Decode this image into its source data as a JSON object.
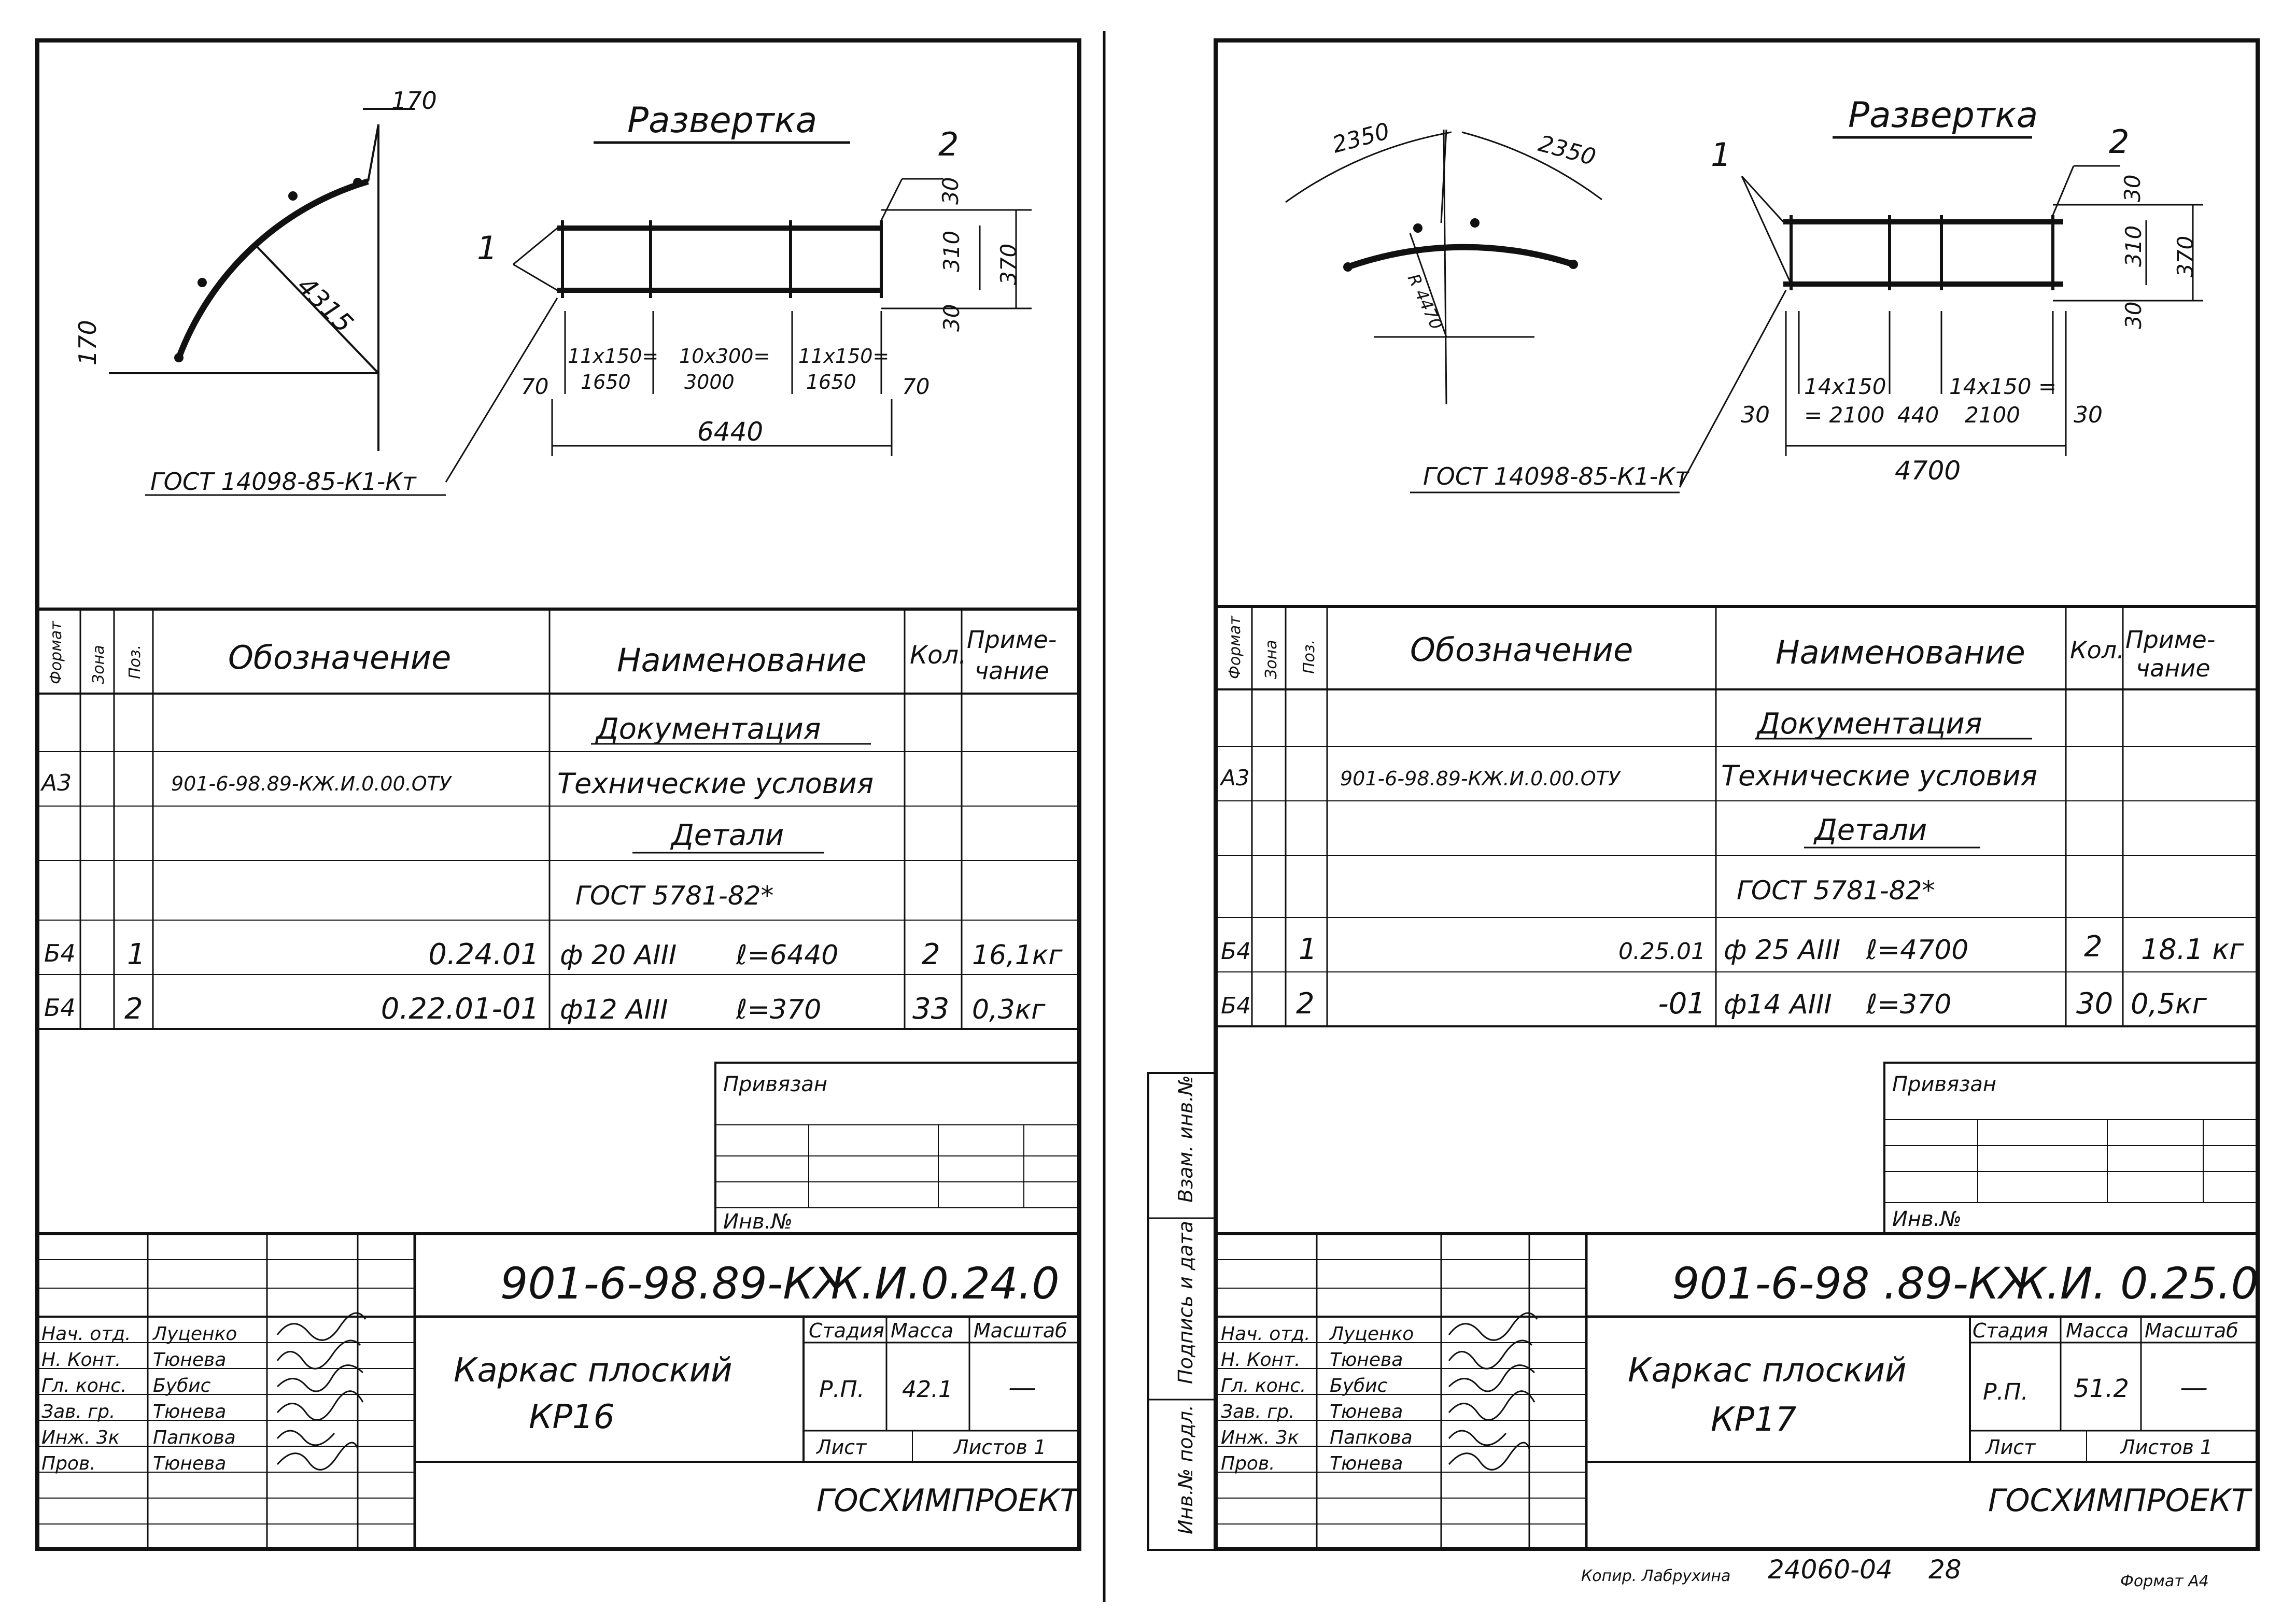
{
  "sheets": [
    {
      "id": "kp16",
      "drawing": {
        "title": "Развертка",
        "callouts": [
          "1",
          "2"
        ],
        "arc_dims": [
          "170",
          "170",
          "4315"
        ],
        "vert_dims": [
          "30",
          "310",
          "370",
          "30"
        ],
        "spacing": [
          {
            "top": "11x150=",
            "bottom": "1650"
          },
          {
            "top": "10x300=",
            "bottom": "3000"
          },
          {
            "top": "11x150=",
            "bottom": "1650"
          }
        ],
        "end_dims": [
          "70",
          "70"
        ],
        "total_length": "6440",
        "gost_weld": "ГОСТ 14098-85-К1-Кт"
      },
      "spec": {
        "headers": {
          "format": "Формат",
          "zone": "Зона",
          "pos": "Поз.",
          "designation": "Обозначение",
          "name": "Наименование",
          "qty": "Кол.",
          "note": "Приме-\nчание"
        },
        "rows": [
          {
            "format": "",
            "zone": "",
            "pos": "",
            "designation": "",
            "name": "Документация",
            "qty": "",
            "note": ""
          },
          {
            "format": "А3",
            "zone": "",
            "pos": "",
            "designation": "901-6-98.89-КЖ.И.0.00.ОТУ",
            "name": "Технические условия",
            "qty": "",
            "note": ""
          },
          {
            "format": "",
            "zone": "",
            "pos": "",
            "designation": "",
            "name": "Детали",
            "qty": "",
            "note": ""
          },
          {
            "format": "",
            "zone": "",
            "pos": "",
            "designation": "",
            "name": "ГОСТ 5781-82*",
            "qty": "",
            "note": ""
          },
          {
            "format": "Б4",
            "zone": "",
            "pos": "1",
            "designation": "0.24.01",
            "name": "ф 20 АIII",
            "name2": "ℓ=6440",
            "qty": "2",
            "note": "16,1кг"
          },
          {
            "format": "Б4",
            "zone": "",
            "pos": "2",
            "designation": "0.22.01-01",
            "name": "ф12 АIII",
            "name2": "ℓ=370",
            "qty": "33",
            "note": "0,3кг"
          }
        ]
      },
      "binding": {
        "label": "Привязан",
        "inv": "Инв.№"
      },
      "title_block": {
        "code": "901-6-98.89-КЖ.И.0.24.0",
        "name_line1": "Каркас плоский",
        "name_line2": "КР16",
        "stage_h": "Стадия",
        "mass_h": "Масса",
        "scale_h": "Масштаб",
        "stage": "Р.П.",
        "mass": "42.1",
        "scale": "—",
        "sheet": "Лист",
        "sheets": "Листов 1",
        "org": "ГОСХИМПРОЕКТ",
        "staff": [
          {
            "role": "Нач. отд.",
            "name": "Луценко"
          },
          {
            "role": "Н. Конт.",
            "name": "Тюнева"
          },
          {
            "role": "Гл. конс.",
            "name": "Бубис"
          },
          {
            "role": "Зав. гр.",
            "name": "Тюнева"
          },
          {
            "role": "Инж. 3к",
            "name": "Папкова"
          },
          {
            "role": "Пров.",
            "name": "Тюнева"
          }
        ]
      }
    },
    {
      "id": "kp17",
      "drawing": {
        "title": "Развертка",
        "callouts": [
          "1",
          "2"
        ],
        "arc_dims": [
          "2350",
          "2350",
          "R 4470"
        ],
        "vert_dims": [
          "30",
          "310",
          "370",
          "30"
        ],
        "spacing": [
          {
            "top": "14x150",
            "bottom": "= 2100"
          },
          {
            "top": "",
            "bottom": "440"
          },
          {
            "top": "14x150 =",
            "bottom": "2100"
          }
        ],
        "end_dims": [
          "30",
          "30"
        ],
        "total_length": "4700",
        "gost_weld": "ГОСТ 14098-85-К1-Кт"
      },
      "spec": {
        "headers": {
          "format": "Формат",
          "zone": "Зона",
          "pos": "Поз.",
          "designation": "Обозначение",
          "name": "Наименование",
          "qty": "Кол.",
          "note": "Приме-\nчание"
        },
        "rows": [
          {
            "format": "",
            "zone": "",
            "pos": "",
            "designation": "",
            "name": "Документация",
            "qty": "",
            "note": ""
          },
          {
            "format": "А3",
            "zone": "",
            "pos": "",
            "designation": "901-6-98.89-КЖ.И.0.00.ОТУ",
            "name": "Технические условия",
            "qty": "",
            "note": ""
          },
          {
            "format": "",
            "zone": "",
            "pos": "",
            "designation": "",
            "name": "Детали",
            "qty": "",
            "note": ""
          },
          {
            "format": "",
            "zone": "",
            "pos": "",
            "designation": "",
            "name": "ГОСТ 5781-82*",
            "qty": "",
            "note": ""
          },
          {
            "format": "Б4",
            "zone": "",
            "pos": "1",
            "designation": "0.25.01",
            "name": "ф 25 АIII",
            "name2": "ℓ=4700",
            "qty": "2",
            "note": "18.1 кг"
          },
          {
            "format": "Б4",
            "zone": "",
            "pos": "2",
            "designation": "-01",
            "name": "ф14 АIII",
            "name2": "ℓ=370",
            "qty": "30",
            "note": "0,5кг"
          }
        ]
      },
      "binding": {
        "label": "Привязан",
        "inv": "Инв.№"
      },
      "title_block": {
        "code": "901-6-98 .89-КЖ.И. 0.25.0",
        "name_line1": "Каркас плоский",
        "name_line2": "КР17",
        "stage_h": "Стадия",
        "mass_h": "Масса",
        "scale_h": "Масштаб",
        "stage": "Р.П.",
        "mass": "51.2",
        "scale": "—",
        "sheet": "Лист",
        "sheets": "Листов 1",
        "org": "ГОСХИМПРОЕКТ",
        "staff": [
          {
            "role": "Нач. отд.",
            "name": "Луценко"
          },
          {
            "role": "Н. Конт.",
            "name": "Тюнева"
          },
          {
            "role": "Гл. конс.",
            "name": "Бубис"
          },
          {
            "role": "Зав. гр.",
            "name": "Тюнева"
          },
          {
            "role": "Инж. 3к",
            "name": "Папкова"
          },
          {
            "role": "Пров.",
            "name": "Тюнева"
          }
        ]
      }
    }
  ],
  "side_stamp": [
    "Взам. инв.№",
    "Подпись и дата",
    "Инв.№ подл."
  ],
  "footer": {
    "copied": "Копир. Лабрухина",
    "number": "24060-04",
    "page": "28",
    "format": "Формат А4"
  }
}
